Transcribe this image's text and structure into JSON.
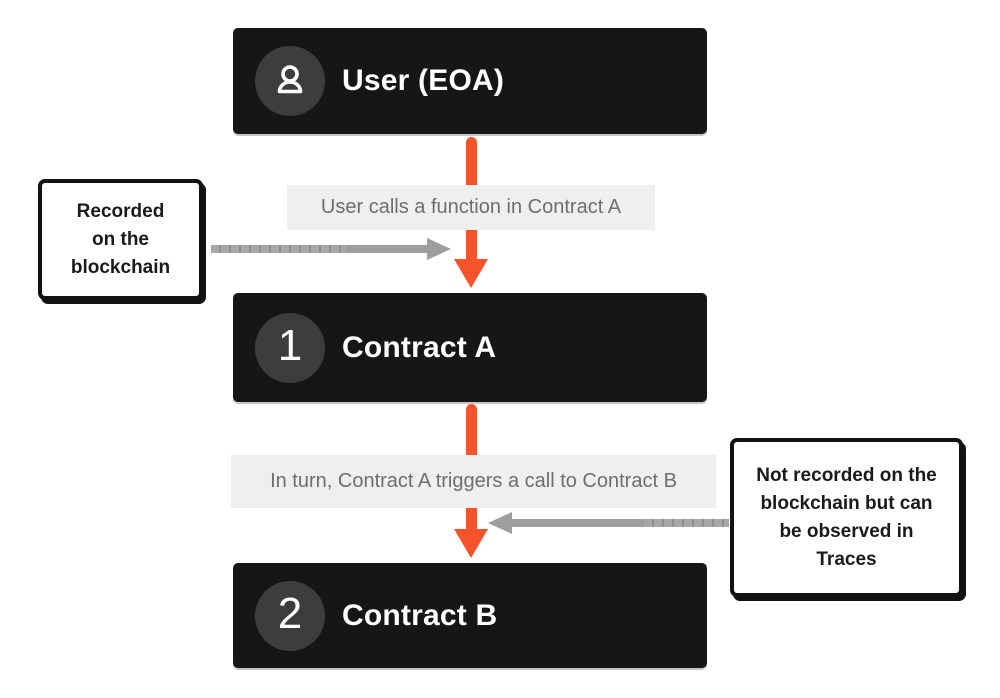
{
  "nodes": [
    {
      "id": "user",
      "title": "User (EOA)",
      "icon": "user-icon",
      "badge": ""
    },
    {
      "id": "contract-a",
      "title": "Contract A",
      "badge": "1"
    },
    {
      "id": "contract-b",
      "title": "Contract B",
      "badge": "2"
    }
  ],
  "edge_labels": [
    {
      "text": "User calls a function in Contract A"
    },
    {
      "text": "In turn, Contract A triggers a call to Contract B"
    }
  ],
  "annotations": {
    "left": {
      "lines": [
        "Recorded",
        "on the",
        "blockchain"
      ]
    },
    "right": {
      "lines": [
        "Not recorded on the",
        "blockchain but can",
        "be observed in",
        "Traces"
      ]
    }
  },
  "colors": {
    "node_background": "#161616",
    "badge_background": "#3d3d3d",
    "node_text": "#ffffff",
    "flow_arrow": "#f4532c",
    "edge_label_background": "#efefef",
    "edge_label_text": "#6e6e6e",
    "annotation_arrow": "#9e9e9e",
    "callout_border": "#121212",
    "callout_background": "#ffffff",
    "callout_text": "#1a1a1a",
    "page_background": "#ffffff"
  }
}
